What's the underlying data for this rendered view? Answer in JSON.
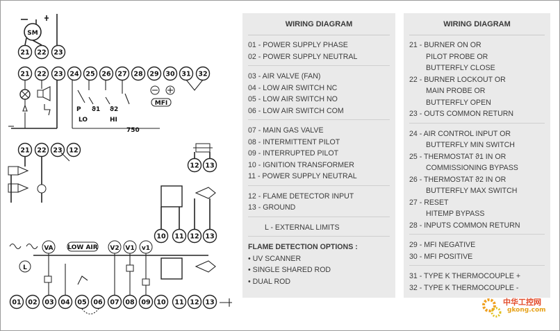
{
  "panel_left": {
    "title": "WIRING DIAGRAM",
    "groups": [
      [
        "01 - POWER SUPPLY PHASE",
        "02 - POWER SUPPLY NEUTRAL"
      ],
      [
        "03 - AIR VALVE (FAN)",
        "04 - LOW AIR SWITCH NC",
        "05 - LOW AIR SWITCH NO",
        "06 - LOW AIR SWITCH COM"
      ],
      [
        "07 - MAIN GAS VALVE",
        "08 - INTERMITTENT PILOT",
        "09 - INTERRUPTED PILOT",
        "10 - IGNITION TRANSFORMER",
        "11 - POWER SUPPLY NEUTRAL"
      ],
      [
        "12 - FLAME DETECTOR INPUT",
        "13 - GROUND"
      ],
      [
        "L - EXTERNAL LIMITS"
      ]
    ],
    "options_title": "FLAME DETECTION OPTIONS :",
    "options": [
      "• UV SCANNER",
      "• SINGLE SHARED ROD",
      "• DUAL ROD"
    ]
  },
  "panel_right": {
    "title": "WIRING DIAGRAM",
    "groups": [
      [
        "21 - BURNER ON OR",
        "PILOT PROBE OR",
        "BUTTERFLY CLOSE",
        "22 - BURNER LOCKOUT OR",
        "MAIN PROBE OR",
        "BUTTERFLY OPEN",
        "23 - OUTS COMMON RETURN"
      ],
      [
        "24 - AIR CONTROL INPUT OR",
        "BUTTERFLY MIN SWITCH",
        "25 - THERMOSTAT ϑ1 IN OR",
        "COMMISSIONING BYPASS",
        "26 - THERMOSTAT ϑ2 IN OR",
        "BUTTERFLY MAX SWITCH",
        "27 - RESET",
        "HITEMP BYPASS",
        "28 - INPUTS COMMON RETURN"
      ],
      [
        "29 - MFI NEGATIVE",
        "30 - MFI POSITIVE"
      ],
      [
        "31 - TYPE K THERMOCOUPLE +",
        "32 - TYPE K THERMOCOUPLE -"
      ]
    ]
  },
  "diagram": {
    "sm_label": "SM",
    "mfi_label": "MFI",
    "low_air_label": "LOW AIR",
    "l_label": "L",
    "lo_label": "LO",
    "hi_label": "HI",
    "t750_label": "750",
    "theta1": "ϑ1",
    "theta2": "ϑ2",
    "p_label": "P",
    "top_terminals_a": [
      "21",
      "22",
      "23"
    ],
    "top_terminals_b": [
      "21",
      "22",
      "23",
      "24",
      "25",
      "26",
      "27",
      "28",
      "29",
      "30",
      "31",
      "32"
    ],
    "mid_terminals": [
      "21",
      "22",
      "23",
      "12"
    ],
    "right_top_terminals": [
      "12",
      "13"
    ],
    "right_mid_terminals": [
      "10",
      "11",
      "12",
      "13"
    ],
    "bottom_terminals": [
      "01",
      "02",
      "03",
      "04",
      "05",
      "06",
      "07",
      "08",
      "09",
      "10",
      "11",
      "12",
      "13"
    ],
    "bottom_top_badges": [
      "VA",
      "V2",
      "V1",
      "v1"
    ]
  },
  "watermark": {
    "line1": "中华工控网",
    "line2": "gkong.com"
  }
}
